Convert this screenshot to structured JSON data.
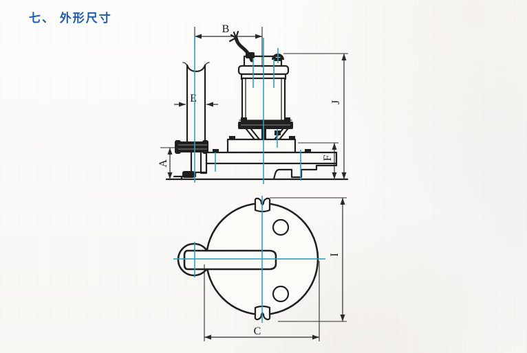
{
  "page": {
    "title": "七、 外形尺寸"
  },
  "diagram": {
    "labels": {
      "b": "B",
      "e": "E",
      "a": "A",
      "j": "J",
      "f": "F",
      "i": "I",
      "c": "C"
    },
    "colors": {
      "title": "#1d5bab",
      "line": "#1f1f1f",
      "dimension": "#2a2a2a",
      "centerline": "#2b9fc0",
      "paper": "#fbfbf8"
    }
  }
}
